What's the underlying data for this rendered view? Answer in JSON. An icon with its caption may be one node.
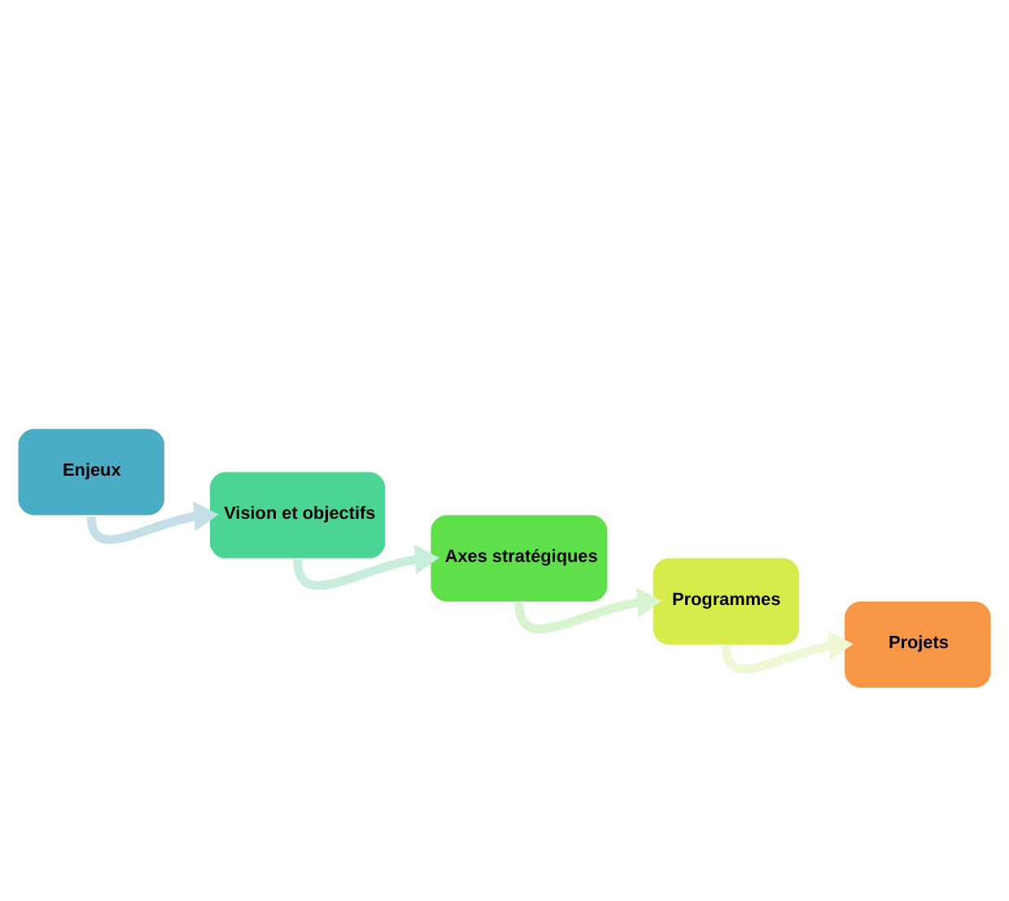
{
  "diagram": {
    "nodes": [
      {
        "text": [
          "Enjeux"
        ]
      },
      {
        "text": [
          "Vision et objectifs"
        ]
      },
      {
        "text": [
          "Axes stratégiques"
        ]
      },
      {
        "text": [
          "Programmes"
        ]
      },
      {
        "text": [
          "Projets"
        ]
      }
    ],
    "edges": [
      {
        "from": 0,
        "to": 1,
        "arrow": "to",
        "color": "#c5dfe8"
      },
      {
        "from": 1,
        "to": 2,
        "arrow": "to",
        "color": "#c8eedb"
      },
      {
        "from": 2,
        "to": 3,
        "arrow": "to",
        "color": "#d8f3cf"
      },
      {
        "from": 3,
        "to": 4,
        "arrow": "to",
        "color": "#eef7d6"
      }
    ]
  }
}
